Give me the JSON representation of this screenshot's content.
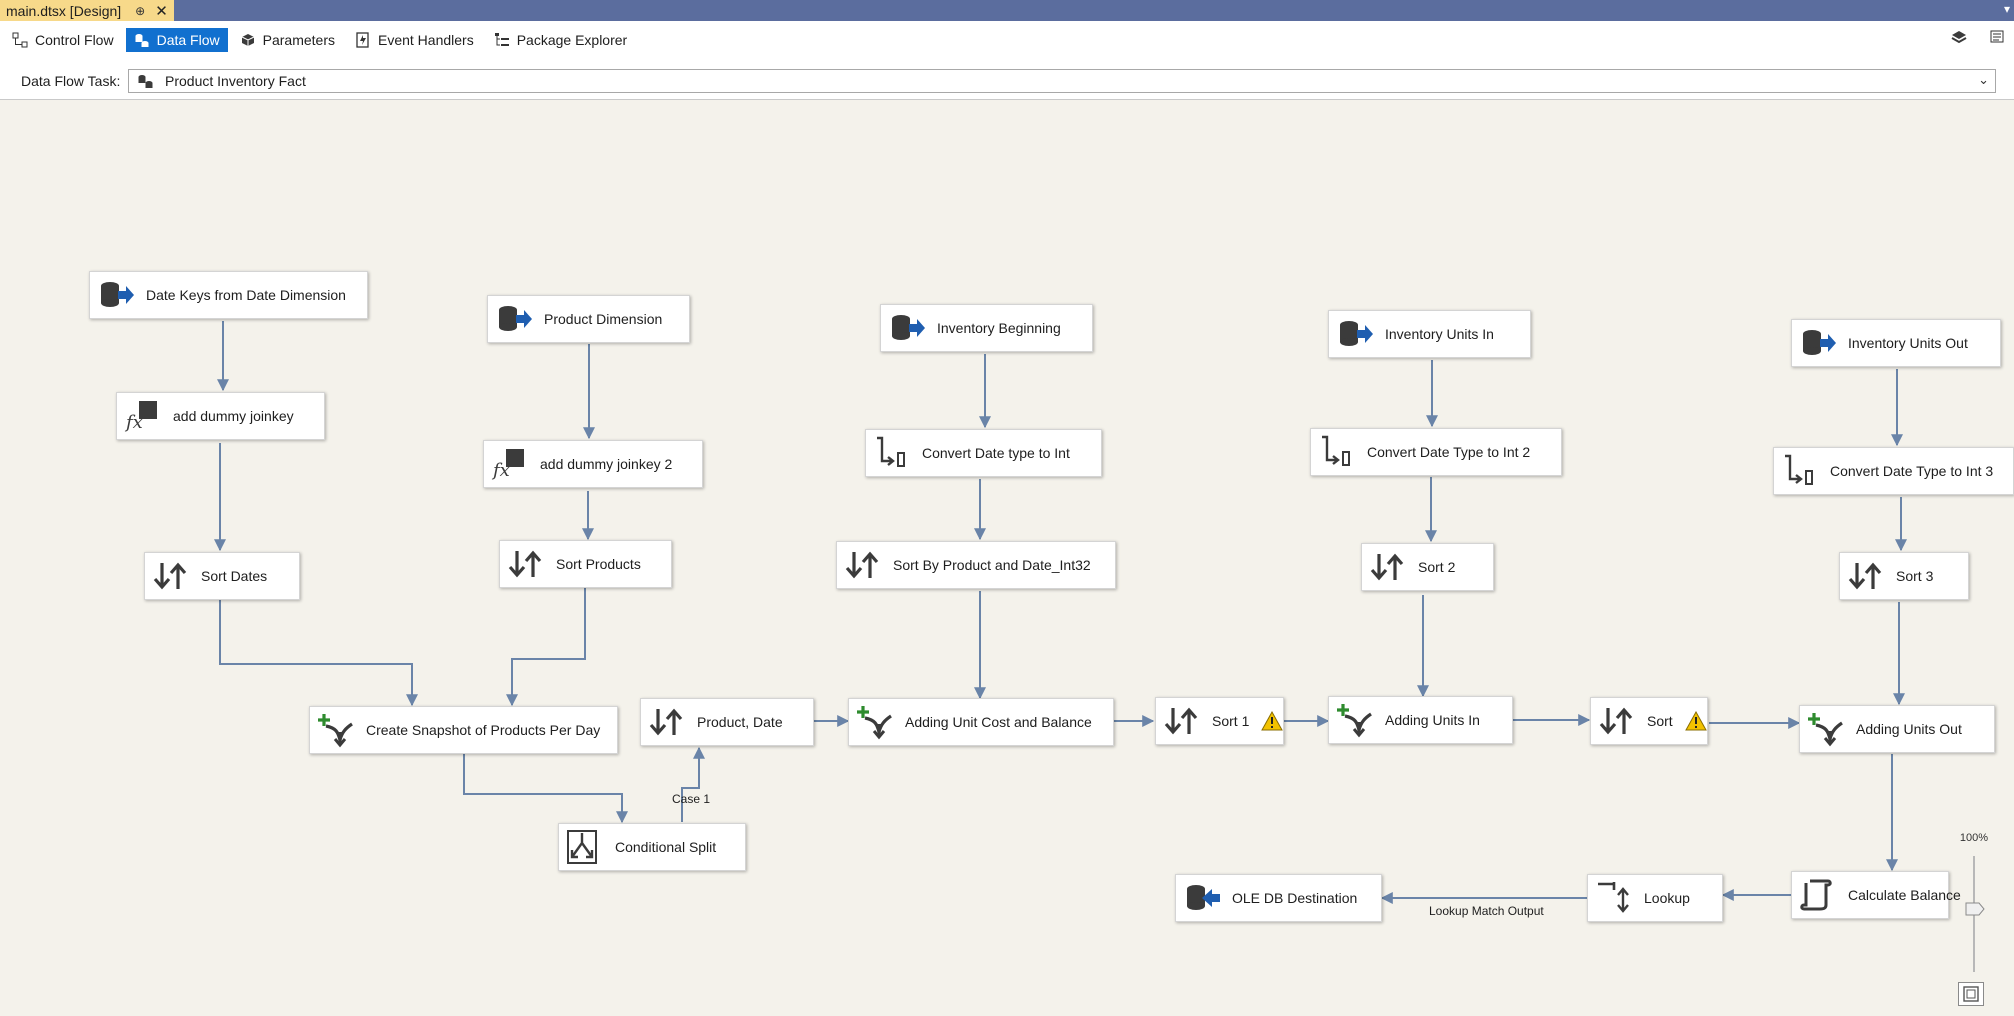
{
  "window": {
    "doc_tab_title": "main.dtsx [Design]",
    "pin_glyph": "⊕",
    "close_glyph": "✕",
    "overflow_glyph": "▾"
  },
  "toolbar": {
    "tabs": [
      {
        "label": "Control Flow",
        "icon": "control-flow-icon",
        "active": false
      },
      {
        "label": "Data Flow",
        "icon": "data-flow-icon",
        "active": true
      },
      {
        "label": "Parameters",
        "icon": "parameters-icon",
        "active": false
      },
      {
        "label": "Event Handlers",
        "icon": "event-handlers-icon",
        "active": false
      },
      {
        "label": "Package Explorer",
        "icon": "package-explorer-icon",
        "active": false
      }
    ]
  },
  "task_selector": {
    "label": "Data Flow Task:",
    "value": "Product Inventory Fact"
  },
  "colors": {
    "accent": "#1170cf",
    "title_bar": "#5b6d9e",
    "doc_tab": "#f7d98a",
    "canvas": "#f4f2eb",
    "connector": "#6a84a8",
    "icon_dark": "#3b3b3b",
    "icon_blue": "#1f5eb0",
    "icon_green": "#2e8b2e",
    "warning": "#f2c200"
  },
  "components": {
    "date_keys": "Date Keys from Date Dimension",
    "dummy_joinkey": "add dummy joinkey",
    "sort_dates": "Sort Dates",
    "product_dimension": "Product Dimension",
    "dummy_joinkey_2": "add dummy joinkey 2",
    "sort_products": "Sort Products",
    "snapshot": "Create Snapshot of Products Per Day",
    "conditional_split": "Conditional Split",
    "product_date": "Product, Date",
    "inventory_beginning": "Inventory Beginning",
    "convert_date_int": "Convert Date type to Int",
    "sort_by_product": "Sort By Product and Date_Int32",
    "adding_unit_cost": "Adding Unit Cost and Balance",
    "sort_1": "Sort 1",
    "inventory_units_in": "Inventory Units In",
    "convert_date_int_2": "Convert Date Type to Int 2",
    "sort_2": "Sort 2",
    "adding_units_in": "Adding Units In",
    "sort": "Sort",
    "inventory_units_out": "Inventory Units Out",
    "convert_date_int_3": "Convert Date Type to Int 3",
    "sort_3": "Sort 3",
    "adding_units_out": "Adding Units Out",
    "calculate_balance": "Calculate Balance",
    "lookup": "Lookup",
    "oledb_destination": "OLE DB Destination"
  },
  "path_labels": {
    "case1": "Case 1",
    "lookup_match": "Lookup Match Output"
  },
  "zoom": {
    "level": "100%"
  }
}
